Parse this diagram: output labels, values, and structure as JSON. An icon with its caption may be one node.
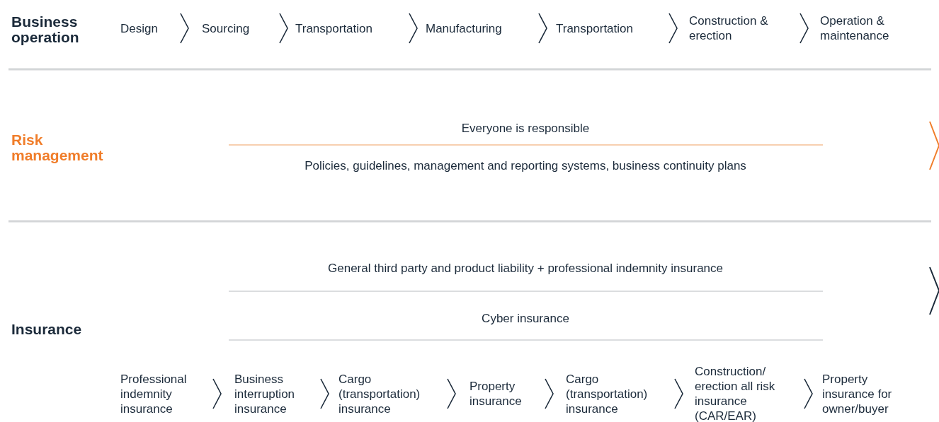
{
  "diagram": {
    "nodes": [
      {
        "text": [
          "Design"
        ]
      },
      {
        "text": [
          "Sourcing"
        ]
      },
      {
        "text": [
          "Transportation"
        ]
      },
      {
        "text": [
          "Manufacturing"
        ]
      },
      {
        "text": [
          "Transportation"
        ]
      },
      {
        "text": [
          "Construction & erection"
        ]
      },
      {
        "text": [
          "Operation & maintenance"
        ]
      },
      {
        "text": [
          "Professional indemnity insurance"
        ]
      },
      {
        "text": [
          "Business interruption insurance"
        ]
      },
      {
        "text": [
          "Cargo (transportation) insurance"
        ]
      },
      {
        "text": [
          "Property insurance"
        ]
      },
      {
        "text": [
          "Cargo (transportation) insurance"
        ]
      },
      {
        "text": [
          "Construction/ erection all risk insurance (CAR/EAR)"
        ]
      },
      {
        "text": [
          "Property insurance for owner/buyer"
        ]
      }
    ],
    "edges": [
      {
        "from": 0,
        "to": 1,
        "arrow": "to"
      },
      {
        "from": 1,
        "to": 2,
        "arrow": "to"
      },
      {
        "from": 2,
        "to": 3,
        "arrow": "to"
      },
      {
        "from": 3,
        "to": 4,
        "arrow": "to"
      },
      {
        "from": 4,
        "to": 5,
        "arrow": "to"
      },
      {
        "from": 5,
        "to": 6,
        "arrow": "to"
      },
      {
        "from": 7,
        "to": 8,
        "arrow": "to"
      },
      {
        "from": 8,
        "to": 9,
        "arrow": "to"
      },
      {
        "from": 9,
        "to": 10,
        "arrow": "to"
      },
      {
        "from": 10,
        "to": 11,
        "arrow": "to"
      },
      {
        "from": 11,
        "to": 12,
        "arrow": "to"
      },
      {
        "from": 12,
        "to": 13,
        "arrow": "to"
      }
    ],
    "labels": [
      "Business operation",
      "Risk management",
      "Everyone is responsible",
      "Policies, guidelines, management and reporting systems, business continuity plans",
      "Insurance",
      "General third party and product liability + professional indemnity insurance",
      "Cyber insurance"
    ]
  }
}
